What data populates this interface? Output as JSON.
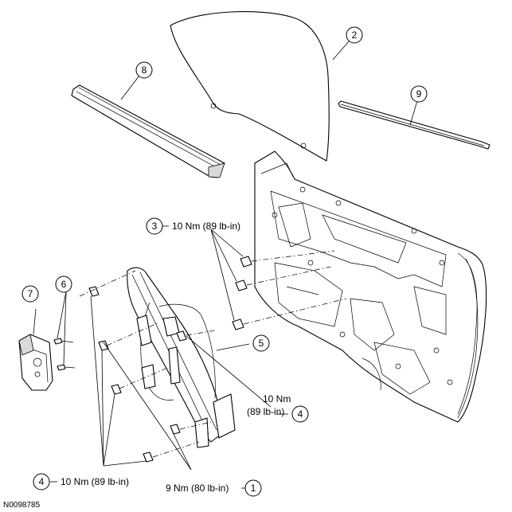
{
  "diagram_id": "N0098785",
  "callouts": [
    {
      "number": "1",
      "torque": "9 Nm (80 lb-in)"
    },
    {
      "number": "2",
      "torque": ""
    },
    {
      "number": "3",
      "torque": "10 Nm (89 lb-in)"
    },
    {
      "number": "4",
      "torque": "10 Nm (89 lb-in)"
    },
    {
      "number": "4",
      "torque_line1": "10 Nm",
      "torque_line2": "(89 lb-in)"
    },
    {
      "number": "5",
      "torque": ""
    },
    {
      "number": "6",
      "torque": ""
    },
    {
      "number": "7",
      "torque": ""
    },
    {
      "number": "8",
      "torque": ""
    },
    {
      "number": "9",
      "torque": ""
    }
  ]
}
